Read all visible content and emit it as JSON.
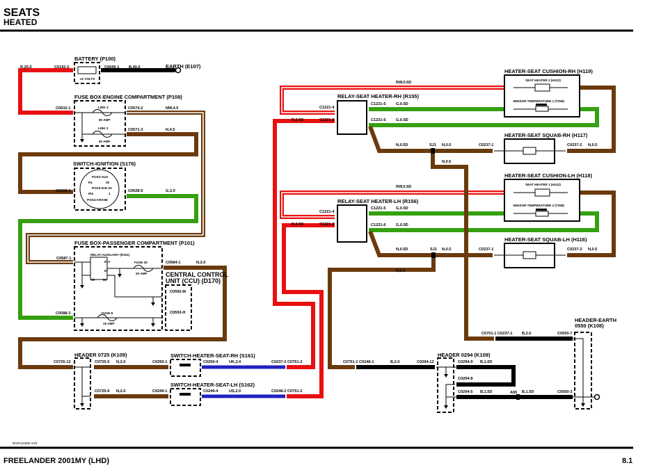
{
  "header": {
    "title": "SEATS",
    "subtitle": "HEATED"
  },
  "footer": {
    "model": "FREELANDER 2001MY (LHD)",
    "page": "8.1",
    "ref": "WVR111550-1of1"
  },
  "colors": {
    "red": "#e81010",
    "brown": "#6b3a0c",
    "green": "#35a010",
    "blue": "#2020c0",
    "black": "#000000"
  },
  "components": [
    "BATTERY (P100)",
    "EARTH (E107)",
    "FUSE BOX-ENGINE COMPARTMENT (P108)",
    "SWITCH-IGNITION (S176)",
    "FUSE BOX-PASSENGER COMPARTMENT (P101)",
    "CENTRAL CONTROL",
    "UNIT (CCU) (D170)",
    "HEADER 0725 (K109)",
    "SWITCH-HEATER-SEAT-RH (S161)",
    "SWITCH-HEATER-SEAT-LH (S162)",
    "RELAY-SEAT HEATER-RH (R155)",
    "RELAY-SEAT HEATER-LH (R156)",
    "HEATER-SEAT CUSHION-RH (H119)",
    "HEATER-SEAT SQUAB-RH (H117)",
    "HEATER-SEAT CUSHION-LH (H118)",
    "HEATER-SEAT SQUAB-LH (H116)",
    "HEADER 0294 (K109)",
    "HEADER-EARTH",
    "0550 (K108)"
  ],
  "internal": [
    "12 VOLTS",
    "LINK 4",
    "80 AMP",
    "LINK 2",
    "60 AMP",
    "POS2-AUX",
    "R1",
    "30",
    "POS3-IGN 3A",
    "IR2",
    "1",
    "POS4-CRANK",
    "RELAY-AUXILIARY (R101)",
    "FUSE 29",
    "20 AMP",
    "FUSE 8",
    "15 AMP",
    "SEAT HEATER 2 (H122)",
    "SENSOR TEMPERATURE 1 (T258)",
    "SEAT HEATER 1 (H122)",
    "SENSOR TEMPERATURE 2 (T258)",
    "SJ1",
    "SJ1",
    "A95",
    "C0592-M",
    "C0593-H",
    "87A",
    "87",
    "85",
    "86"
  ],
  "connectors": [
    "C0192-2",
    "C0045-1",
    "C0632-1",
    "C0574-2",
    "C0571-3",
    "C0028-1",
    "C0028-5",
    "C0587-1",
    "C0584-1",
    "C0588-3",
    "C0725-12",
    "C0725-5",
    "C0725-6",
    "C0250-1",
    "C0250-4",
    "C0237-2 C0751-2",
    "C0249-1",
    "C0249-4",
    "C0248-2 C0751-2",
    "C1221-4",
    "C1221-2",
    "C1221-5",
    "C1221-6",
    "C1221-4",
    "C1221-2",
    "C1221-5",
    "C1221-6",
    "C0237-1",
    "C0237-2",
    "C0237-1",
    "C0237-2",
    "C0751-1 C0248-1",
    "C0294-12",
    "C0294-9",
    "C0294-8",
    "C0294-5",
    "C0751-1 C0237-1",
    "C0550-7",
    "C0550-3"
  ],
  "wires": [
    "R,25.0",
    "B,40.0",
    "NW,4.5",
    "N,4.5",
    "G,3.0",
    "N,2.0",
    "N,2.0",
    "N,2.0",
    "UK,2.0",
    "US,2.0",
    "RW,0.5D",
    "R,0.5D",
    "G,0.5D",
    "G,0.5D",
    "N,0.5D",
    "N,0.5",
    "N,0.5",
    "N,0.5",
    "RW,0.5D",
    "R,0.5D",
    "G,0.5D",
    "G,0.5D",
    "N,0.5D",
    "N,0.5",
    "N,0.5",
    "N,0.5",
    "B,2.0",
    "B,1.0D",
    "B,1.5D",
    "B,1.5D",
    "B,2.0"
  ]
}
